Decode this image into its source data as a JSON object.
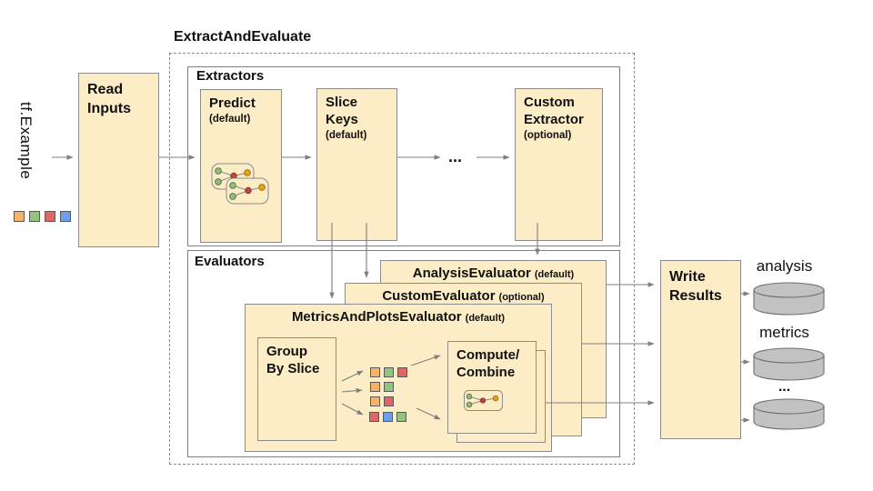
{
  "title": "ExtractAndEvaluate",
  "input": {
    "label": "tf.Example",
    "square_colors": [
      "#f6b26b",
      "#93c47d",
      "#e06666",
      "#6d9eeb"
    ]
  },
  "read_inputs": {
    "line1": "Read",
    "line2": "Inputs"
  },
  "extractors": {
    "label": "Extractors",
    "predict": {
      "title": "Predict",
      "subtitle": "(default)"
    },
    "slice_keys": {
      "line1": "Slice",
      "line2": "Keys",
      "subtitle": "(default)"
    },
    "ellipsis": "...",
    "custom": {
      "line1": "Custom",
      "line2": "Extractor",
      "subtitle": "(optional)"
    }
  },
  "evaluators": {
    "label": "Evaluators",
    "analysis": {
      "title": "AnalysisEvaluator",
      "subtitle": "(default)"
    },
    "custom": {
      "title": "CustomEvaluator",
      "subtitle": "(optional)"
    },
    "metrics_plots": {
      "title": "MetricsAndPlotsEvaluator",
      "subtitle": "(default)"
    },
    "group_by_slice": {
      "line1": "Group",
      "line2": "By Slice"
    },
    "compute_combine": {
      "line1": "Compute/",
      "line2": "Combine"
    },
    "slice_rows": [
      [
        "#f6b26b",
        "#93c47d",
        "#e06666"
      ],
      [
        "#f6b26b",
        "#93c47d"
      ],
      [
        "#f6b26b",
        "#e06666"
      ],
      [
        "#e06666",
        "#6d9eeb",
        "#93c47d"
      ]
    ]
  },
  "write_results": {
    "line1": "Write",
    "line2": "Results"
  },
  "outputs": [
    {
      "label": "analysis"
    },
    {
      "label": "metrics"
    },
    {
      "label": "..."
    }
  ],
  "colors": {
    "box_fill": "#fdedc7",
    "box_border": "#8c8c8c",
    "arrow": "#7f7f7f",
    "cylinder_fill": "#c2c2c2",
    "cylinder_stroke": "#6e6e6e",
    "dot_green": "#8fbc78",
    "dot_red": "#bb4a3c",
    "dot_yellow": "#e2a320"
  }
}
